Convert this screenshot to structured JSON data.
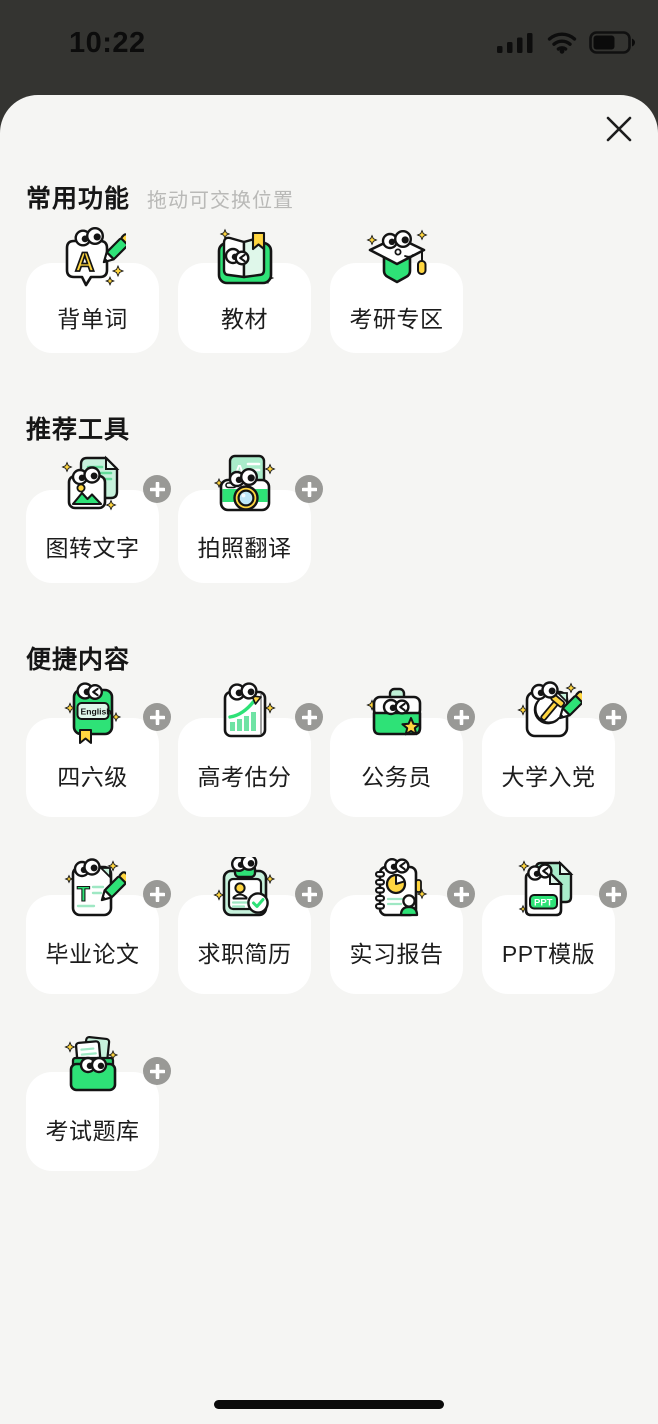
{
  "status_bar": {
    "time": "10:22",
    "battery_fill_percent": 55
  },
  "modal": {
    "close_label": "close",
    "sections": [
      {
        "title": "常用功能",
        "subtitle": "拖动可交换位置",
        "items": [
          {
            "label": "背单词",
            "icon": "word-book",
            "addable": false
          },
          {
            "label": "教材",
            "icon": "textbook",
            "addable": false
          },
          {
            "label": "考研专区",
            "icon": "grad-cap",
            "addable": false
          }
        ]
      },
      {
        "title": "推荐工具",
        "subtitle": "",
        "items": [
          {
            "label": "图转文字",
            "icon": "image-to-text",
            "addable": true
          },
          {
            "label": "拍照翻译",
            "icon": "photo-translate",
            "addable": true
          }
        ]
      },
      {
        "title": "便捷内容",
        "subtitle": "",
        "items": [
          {
            "label": "四六级",
            "icon": "cet46",
            "addable": true
          },
          {
            "label": "高考估分",
            "icon": "gaokao-score",
            "addable": true
          },
          {
            "label": "公务员",
            "icon": "civil-servant",
            "addable": true
          },
          {
            "label": "大学入党",
            "icon": "party-join",
            "addable": true
          },
          {
            "label": "毕业论文",
            "icon": "thesis",
            "addable": true
          },
          {
            "label": "求职简历",
            "icon": "resume",
            "addable": true
          },
          {
            "label": "实习报告",
            "icon": "internship-report",
            "addable": true
          },
          {
            "label": "PPT模版",
            "icon": "ppt-template",
            "addable": true
          },
          {
            "label": "考试题库",
            "icon": "question-bank",
            "addable": true
          }
        ]
      }
    ]
  },
  "colors": {
    "accent_green": "#2ee277",
    "mint": "#c6f2dc",
    "yellow": "#ffd640",
    "badge_gray": "#999996",
    "sheet_bg": "#f5f5f3",
    "status_bg": "#343431",
    "card_bg": "#ffffff"
  }
}
